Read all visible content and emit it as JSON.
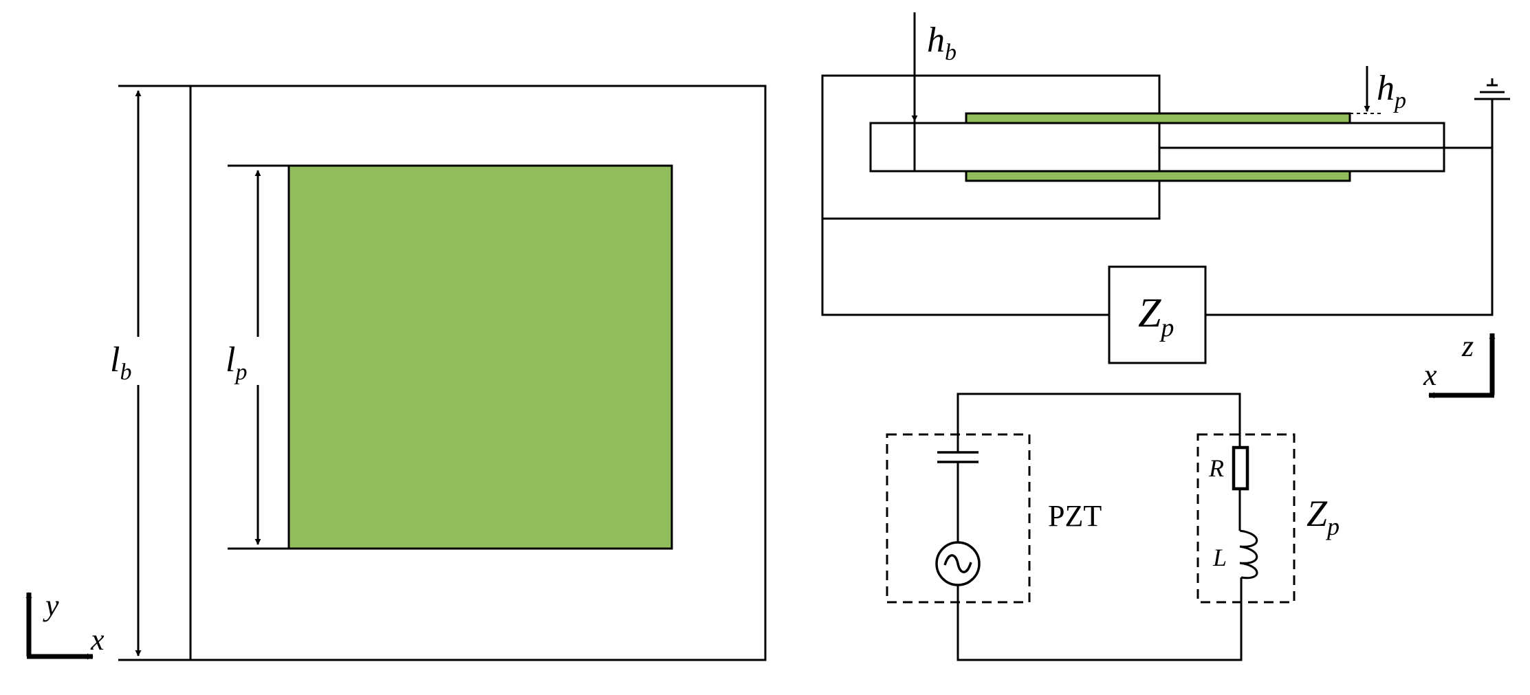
{
  "left_view": {
    "length_beam_label": "l",
    "length_beam_sub": "b",
    "length_patch_label": "l",
    "length_patch_sub": "p",
    "axis_y": "y",
    "axis_x": "x"
  },
  "side_view": {
    "thickness_beam_label": "h",
    "thickness_beam_sub": "b",
    "thickness_patch_label": "h",
    "thickness_patch_sub": "p",
    "impedance_label": "Z",
    "impedance_sub": "p",
    "axis_z": "z",
    "axis_x": "x"
  },
  "circuit": {
    "pzt_label": "PZT",
    "resistor_label": "R",
    "inductor_label": "L",
    "impedance_label": "Z",
    "impedance_sub": "p"
  },
  "colors": {
    "piezo_patch": "#91bd5c",
    "lines": "#000000"
  }
}
